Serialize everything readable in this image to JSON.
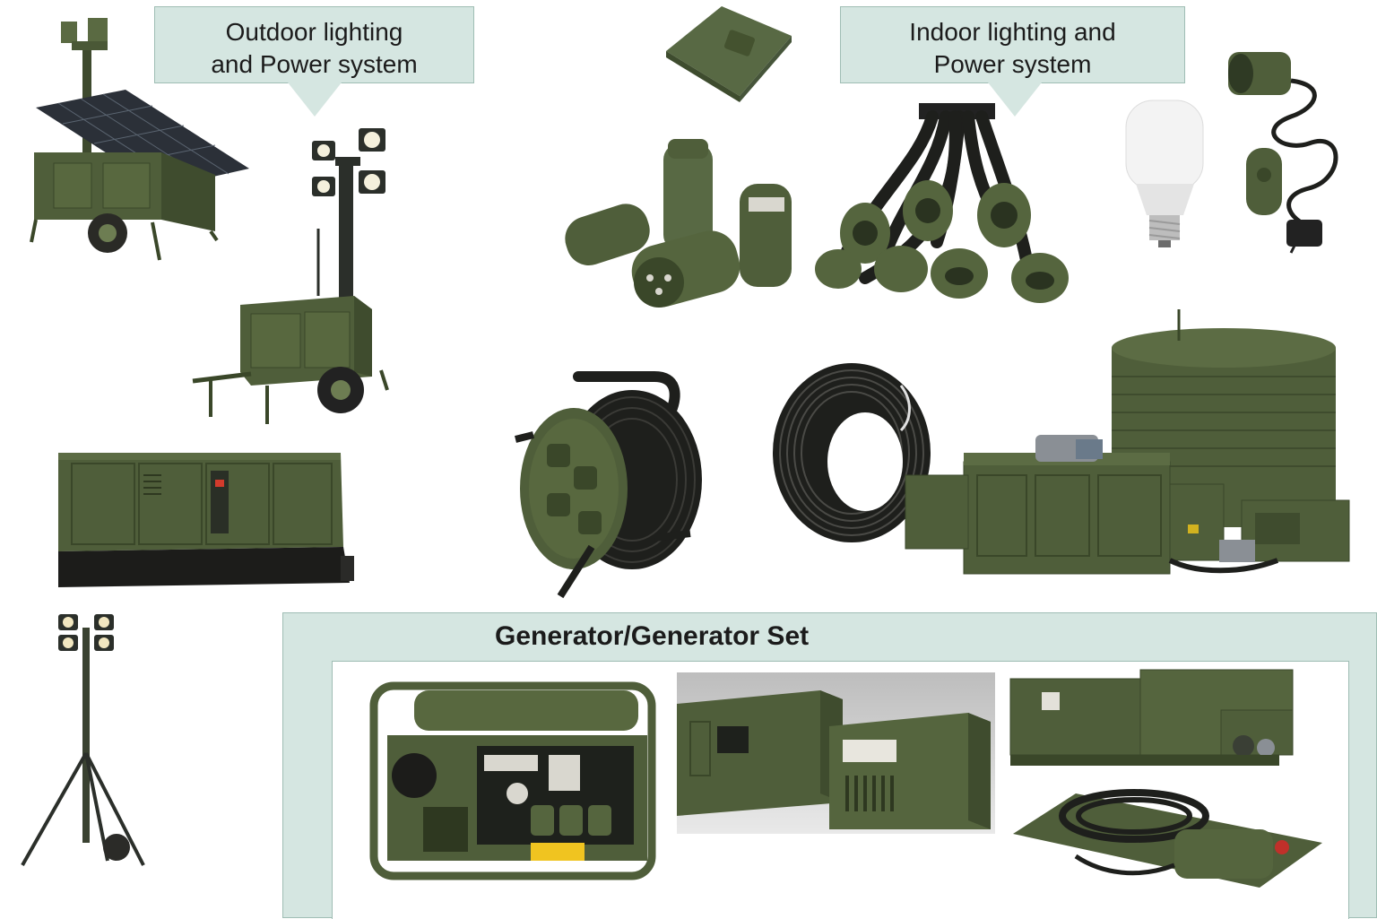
{
  "callouts": {
    "outdoor": {
      "line1": "Outdoor lighting",
      "line2": "and Power system"
    },
    "indoor": {
      "line1": "Indoor lighting and",
      "line2": "Power system"
    }
  },
  "generator_section": {
    "title": "Generator/Generator Set"
  },
  "products": [
    "solar-light-tower-trailer-icon",
    "mobile-light-tower-trailer-icon",
    "containerized-generator-icon",
    "tripod-light-mast-icon",
    "power-socket-box-icon",
    "industrial-plugs-connectors-icon",
    "cable-splitter-connectors-icon",
    "led-bulb-icon",
    "lamp-holder-with-cord-icon",
    "cable-reel-icon",
    "cable-coil-icon",
    "fuel-tank-and-generator-system-icon",
    "portable-open-frame-generator-icon",
    "enclosed-generator-sets-icon",
    "skid-generator-set-icon",
    "generator-cable-kit-icon"
  ],
  "colors": {
    "olive": "#4f5e3a",
    "olive_dark": "#3a4729",
    "olive_light": "#6d7d52",
    "callout_bg": "#d5e6e1",
    "callout_border": "#9fbdb4",
    "cable": "#1e1f1c"
  }
}
